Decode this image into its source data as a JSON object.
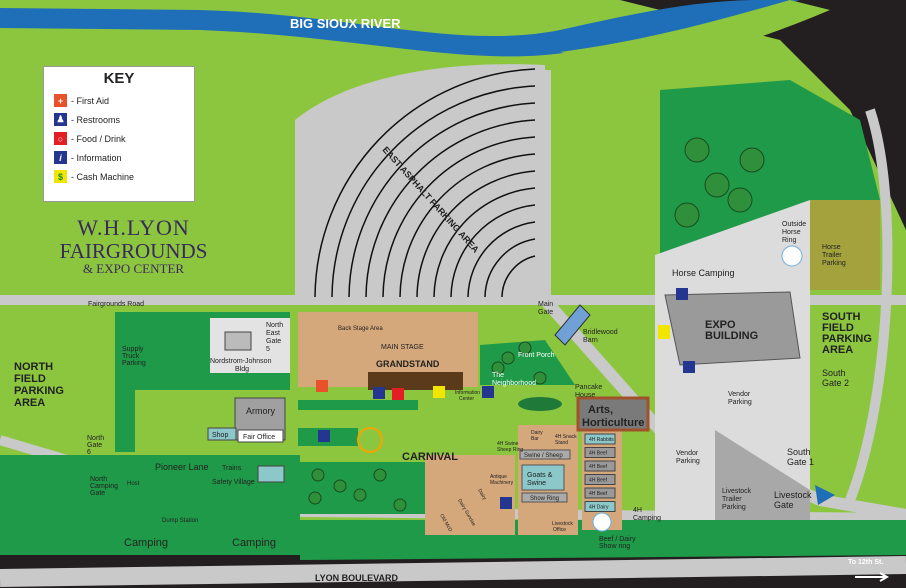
{
  "colors": {
    "light_green": "#8cc63f",
    "dark_green": "#1f9a48",
    "road": "#c9c9c9",
    "river": "#1f6fb8",
    "tan": "#d5a87c",
    "olive": "#a3a23c",
    "offsite": "#231f20"
  },
  "key": {
    "title": "KEY",
    "items": [
      {
        "icon": "first-aid-icon",
        "label": "- First Aid",
        "color": "#e8512a"
      },
      {
        "icon": "restrooms-icon",
        "label": "- Restrooms",
        "color": "#24368f"
      },
      {
        "icon": "food-drink-icon",
        "label": "- Food / Drink",
        "color": "#e31e24"
      },
      {
        "icon": "information-icon",
        "label": "- Information",
        "color": "#24368f"
      },
      {
        "icon": "atm-icon",
        "label": "- Cash Machine",
        "color": "#f2e500"
      }
    ]
  },
  "logo": {
    "line1": "W.H.LYON",
    "line2": "FAIRGROUNDS",
    "line3": "& EXPO CENTER"
  },
  "labels": {
    "river": "BIG SIOUX RIVER",
    "east_parking": "EAST ASPHALT PARKING AREA",
    "fairgrounds_road": "Fairgrounds Road",
    "lyon_blvd": "LYON BOULEVARD",
    "to_12th": "To 12th St.",
    "north_field": [
      "NORTH",
      "FIELD",
      "PARKING",
      "AREA"
    ],
    "south_field": [
      "SOUTH",
      "FIELD",
      "PARKING",
      "AREA"
    ],
    "south_gate_2": [
      "South",
      "Gate 2"
    ],
    "south_gate_1": [
      "South",
      "Gate 1"
    ],
    "livestock_gate": [
      "Livestock",
      "Gate"
    ],
    "livestock_trailer": [
      "Livestock",
      "Trailer",
      "Parking"
    ],
    "vendor_parking_1": [
      "Vendor",
      "Parking"
    ],
    "vendor_parking_2": [
      "Vendor",
      "Parking"
    ],
    "horse_trailer": [
      "Horse",
      "Trailer",
      "Parking"
    ],
    "outside_horse_ring": [
      "Outside",
      "Horse",
      "Ring"
    ],
    "horse_camping": "Horse Camping",
    "expo": [
      "EXPO",
      "BUILDING"
    ],
    "main_gate": [
      "Main",
      "Gate"
    ],
    "bridlewood": [
      "Bridlewood",
      "Barn"
    ],
    "front_porch": "Front Porch",
    "neighborhood": [
      "The",
      "Neighborhood"
    ],
    "pancake": [
      "Pancake",
      "House"
    ],
    "arts": [
      "Arts,",
      "Horticulture"
    ],
    "back_stage": "Back Stage Area",
    "main_stage": "MAIN STAGE",
    "grandstand": "GRANDSTAND",
    "info_center": [
      "Information",
      "Center"
    ],
    "carnival": "CARNIVAL",
    "north_east_gate": [
      "North",
      "East",
      "Gate",
      "5"
    ],
    "nordstrom": [
      "Nordstrom-Johnson",
      "Bldg"
    ],
    "supply_truck": [
      "Supply",
      "Truck",
      "Parking"
    ],
    "armory": "Armory",
    "fair_office": "Fair Office",
    "shop": "Shop",
    "pioneer_lane": "Pioneer Lane",
    "trains": "Trains",
    "safety_village": "Safety Village",
    "north_gate_6": [
      "North",
      "Gate",
      "6"
    ],
    "north_camping_gate": [
      "North",
      "Camping",
      "Gate"
    ],
    "host": "Host",
    "dump_station": "Dump Station",
    "camping_1": "Camping",
    "camping_2": "Camping",
    "swine_sheep_ring": [
      "4H Swine",
      "Sheep Ring"
    ],
    "antique_machinery": [
      "Antique",
      "Machinery"
    ],
    "old_mcd": "Old McD",
    "dairy_sundae": "Dairy Sundae",
    "dairy": "Dairy",
    "dairy_bar": [
      "Dairy",
      "Bar"
    ],
    "snack_stand": [
      "4H Snack",
      "Stand"
    ],
    "swine_sheep": "Swine / Sheep",
    "goats_swine": [
      "Goats &",
      "Swine"
    ],
    "show_ring": "Show Ring",
    "livestock_office": [
      "Livestock",
      "Office"
    ],
    "barns_4h": [
      "4H Rabbits",
      "4H Beef",
      "4H Beef",
      "4H Beef",
      "4H Beef",
      "4H Dairy"
    ],
    "beef_dairy": [
      "Beef / Dairy",
      "Show ring"
    ],
    "camping_4h": [
      "4H",
      "Camping"
    ]
  }
}
